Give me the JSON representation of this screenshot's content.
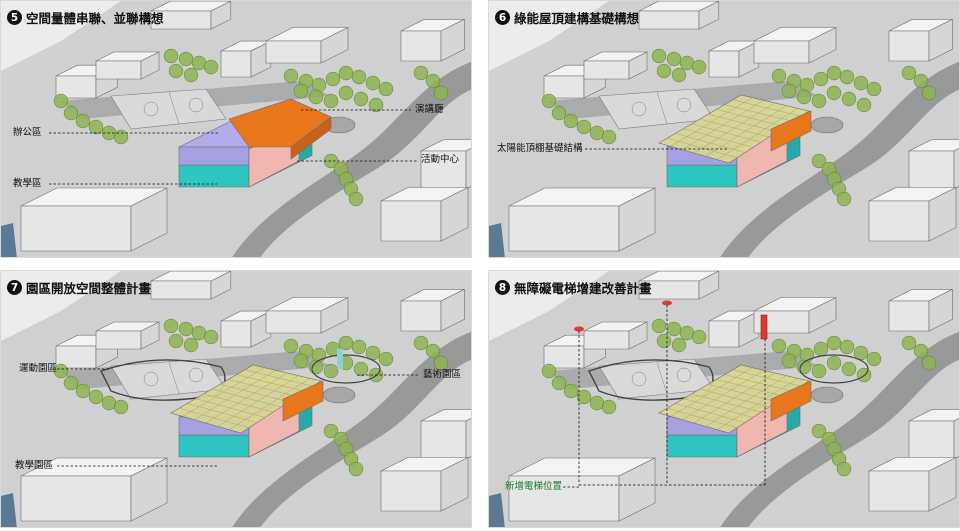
{
  "panels": [
    {
      "number": "5",
      "title": "空間量體串聯、並聯構想",
      "labels": {
        "office": "辦公區",
        "teaching": "教學區",
        "auditorium": "演講廳",
        "activity_center": "活動中心"
      }
    },
    {
      "number": "6",
      "title": "綠能屋頂建構基礎構想",
      "labels": {
        "solar": "太陽能頂棚基礎結構"
      }
    },
    {
      "number": "7",
      "title": "園區開放空間整體計畫",
      "labels": {
        "sports": "運動園區",
        "arts": "藝術園區",
        "teaching": "教學園區"
      }
    },
    {
      "number": "8",
      "title": "無障礙電梯增建改善計畫",
      "labels": {
        "elevator": "新增電梯位置"
      }
    }
  ],
  "colors": {
    "ground": "#cfd0cf",
    "road": "#8e8f90",
    "building_white": "#f3f3f3",
    "lavender": "#b3acea",
    "teal": "#2ec4bf",
    "orange": "#e8771c",
    "pink": "#f0b7b0",
    "solar": "#d9d693",
    "tree": "#8fb452",
    "elevator_red": "#e03a30",
    "label_green": "#1a7a2e"
  }
}
